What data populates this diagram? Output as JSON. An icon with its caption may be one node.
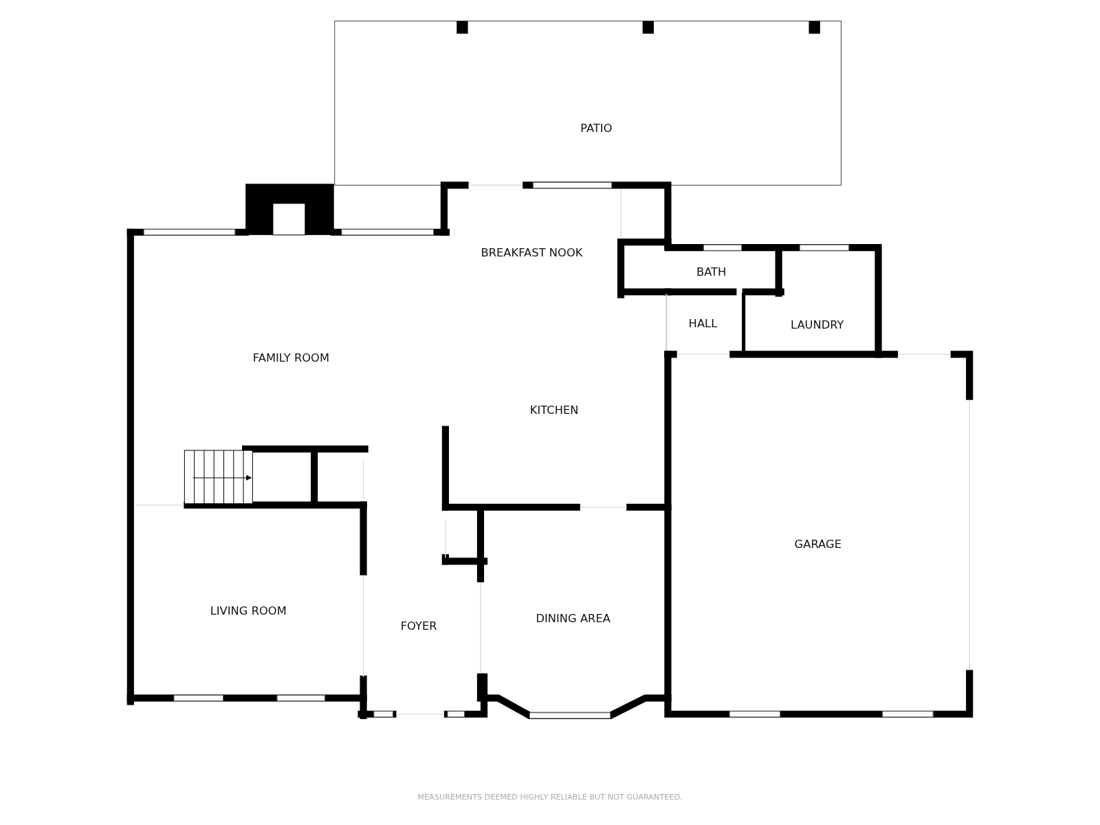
{
  "diagram": {
    "labels": [
      "PATIO",
      "BREAKFAST NOOK",
      "BATH",
      "HALL",
      "LAUNDRY",
      "FAMILY ROOM",
      "KITCHEN",
      "GARAGE",
      "LIVING ROOM",
      "FOYER",
      "DINING AREA"
    ],
    "caption": "MEASUREMENTS DEEMED HIGHLY RELIABLE BUT NOT GUARANTEED."
  }
}
